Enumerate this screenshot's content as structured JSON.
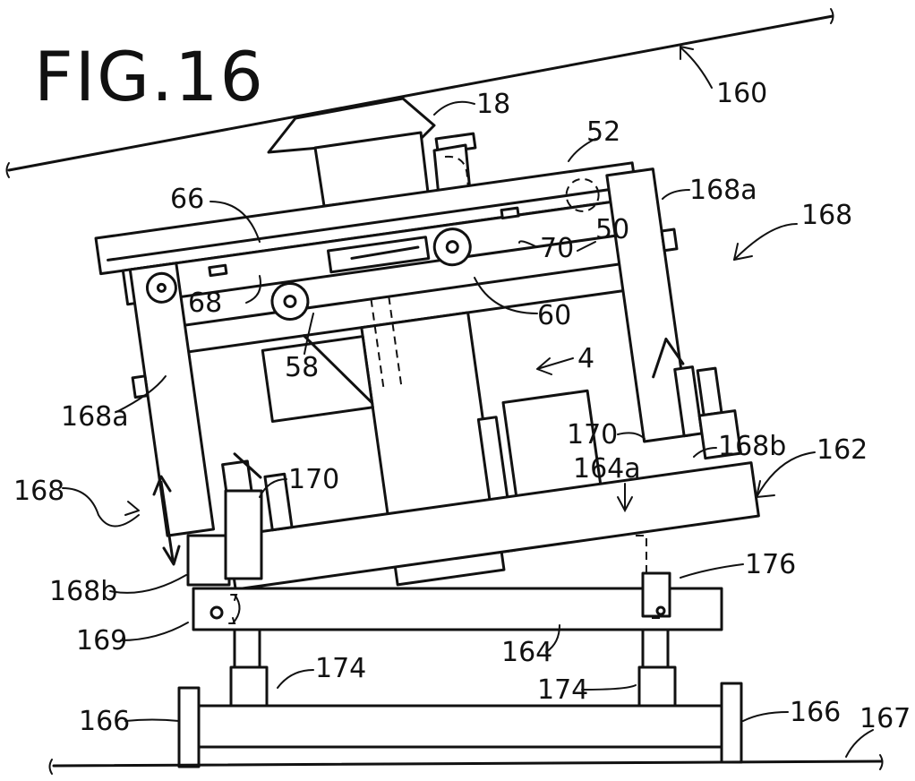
{
  "figure": {
    "title": "FIG.16"
  },
  "labels": [
    {
      "id": "18",
      "text": "18"
    },
    {
      "id": "160",
      "text": "160"
    },
    {
      "id": "52",
      "text": "52"
    },
    {
      "id": "66",
      "text": "66"
    },
    {
      "id": "168a_top",
      "text": "168a"
    },
    {
      "id": "168_top",
      "text": "168"
    },
    {
      "id": "70",
      "text": "70"
    },
    {
      "id": "50",
      "text": "50"
    },
    {
      "id": "68",
      "text": "68"
    },
    {
      "id": "60",
      "text": "60"
    },
    {
      "id": "58",
      "text": "58"
    },
    {
      "id": "4",
      "text": "4"
    },
    {
      "id": "168a_left",
      "text": "168a"
    },
    {
      "id": "170_right",
      "text": "170"
    },
    {
      "id": "168b_right",
      "text": "168b"
    },
    {
      "id": "162",
      "text": "162"
    },
    {
      "id": "164a",
      "text": "164a"
    },
    {
      "id": "168_left",
      "text": "168"
    },
    {
      "id": "170_left",
      "text": "170"
    },
    {
      "id": "176",
      "text": "176"
    },
    {
      "id": "168b_left",
      "text": "168b"
    },
    {
      "id": "169",
      "text": "169"
    },
    {
      "id": "164",
      "text": "164"
    },
    {
      "id": "174_left",
      "text": "174"
    },
    {
      "id": "174_right",
      "text": "174"
    },
    {
      "id": "166_left",
      "text": "166"
    },
    {
      "id": "166_right",
      "text": "166"
    },
    {
      "id": "167",
      "text": "167"
    }
  ]
}
